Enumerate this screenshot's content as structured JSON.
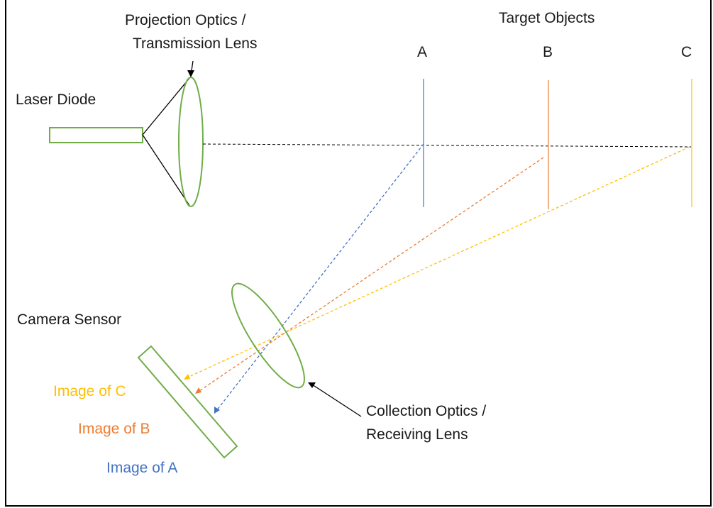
{
  "labels": {
    "projection_line1": "Projection Optics /",
    "projection_line2": "Transmission Lens",
    "target_objects": "Target Objects",
    "target_a": "A",
    "target_b": "B",
    "target_c": "C",
    "laser_diode": "Laser Diode",
    "camera_sensor": "Camera Sensor",
    "image_c": "Image of C",
    "image_b": "Image of B",
    "image_a": "Image of A",
    "collection_line1": "Collection Optics /",
    "collection_line2": "Receiving Lens"
  },
  "colors": {
    "green": "#70ad47",
    "blue": "#4472c4",
    "orange": "#ed7d31",
    "yellow": "#ffc000",
    "dark": "#000000",
    "target_a": "#8faadc",
    "target_b": "#f4b183",
    "target_c": "#ffd966"
  }
}
